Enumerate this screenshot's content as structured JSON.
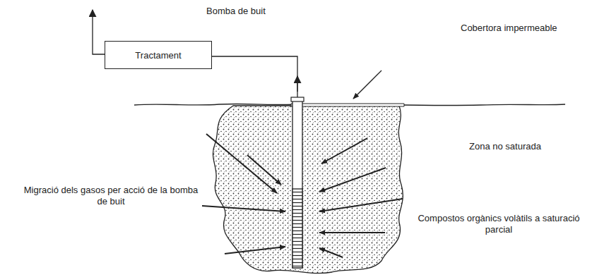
{
  "diagram": {
    "nodes": [
      {
        "text": [
          "Tractament"
        ]
      }
    ],
    "labels": [
      "Bomba de buit",
      "Cobertora impermeable",
      "Zona no saturada",
      "Migració dels gasos per acció de la bomba de buit",
      "Compostos orgànics volàtils a saturació parcial"
    ]
  }
}
